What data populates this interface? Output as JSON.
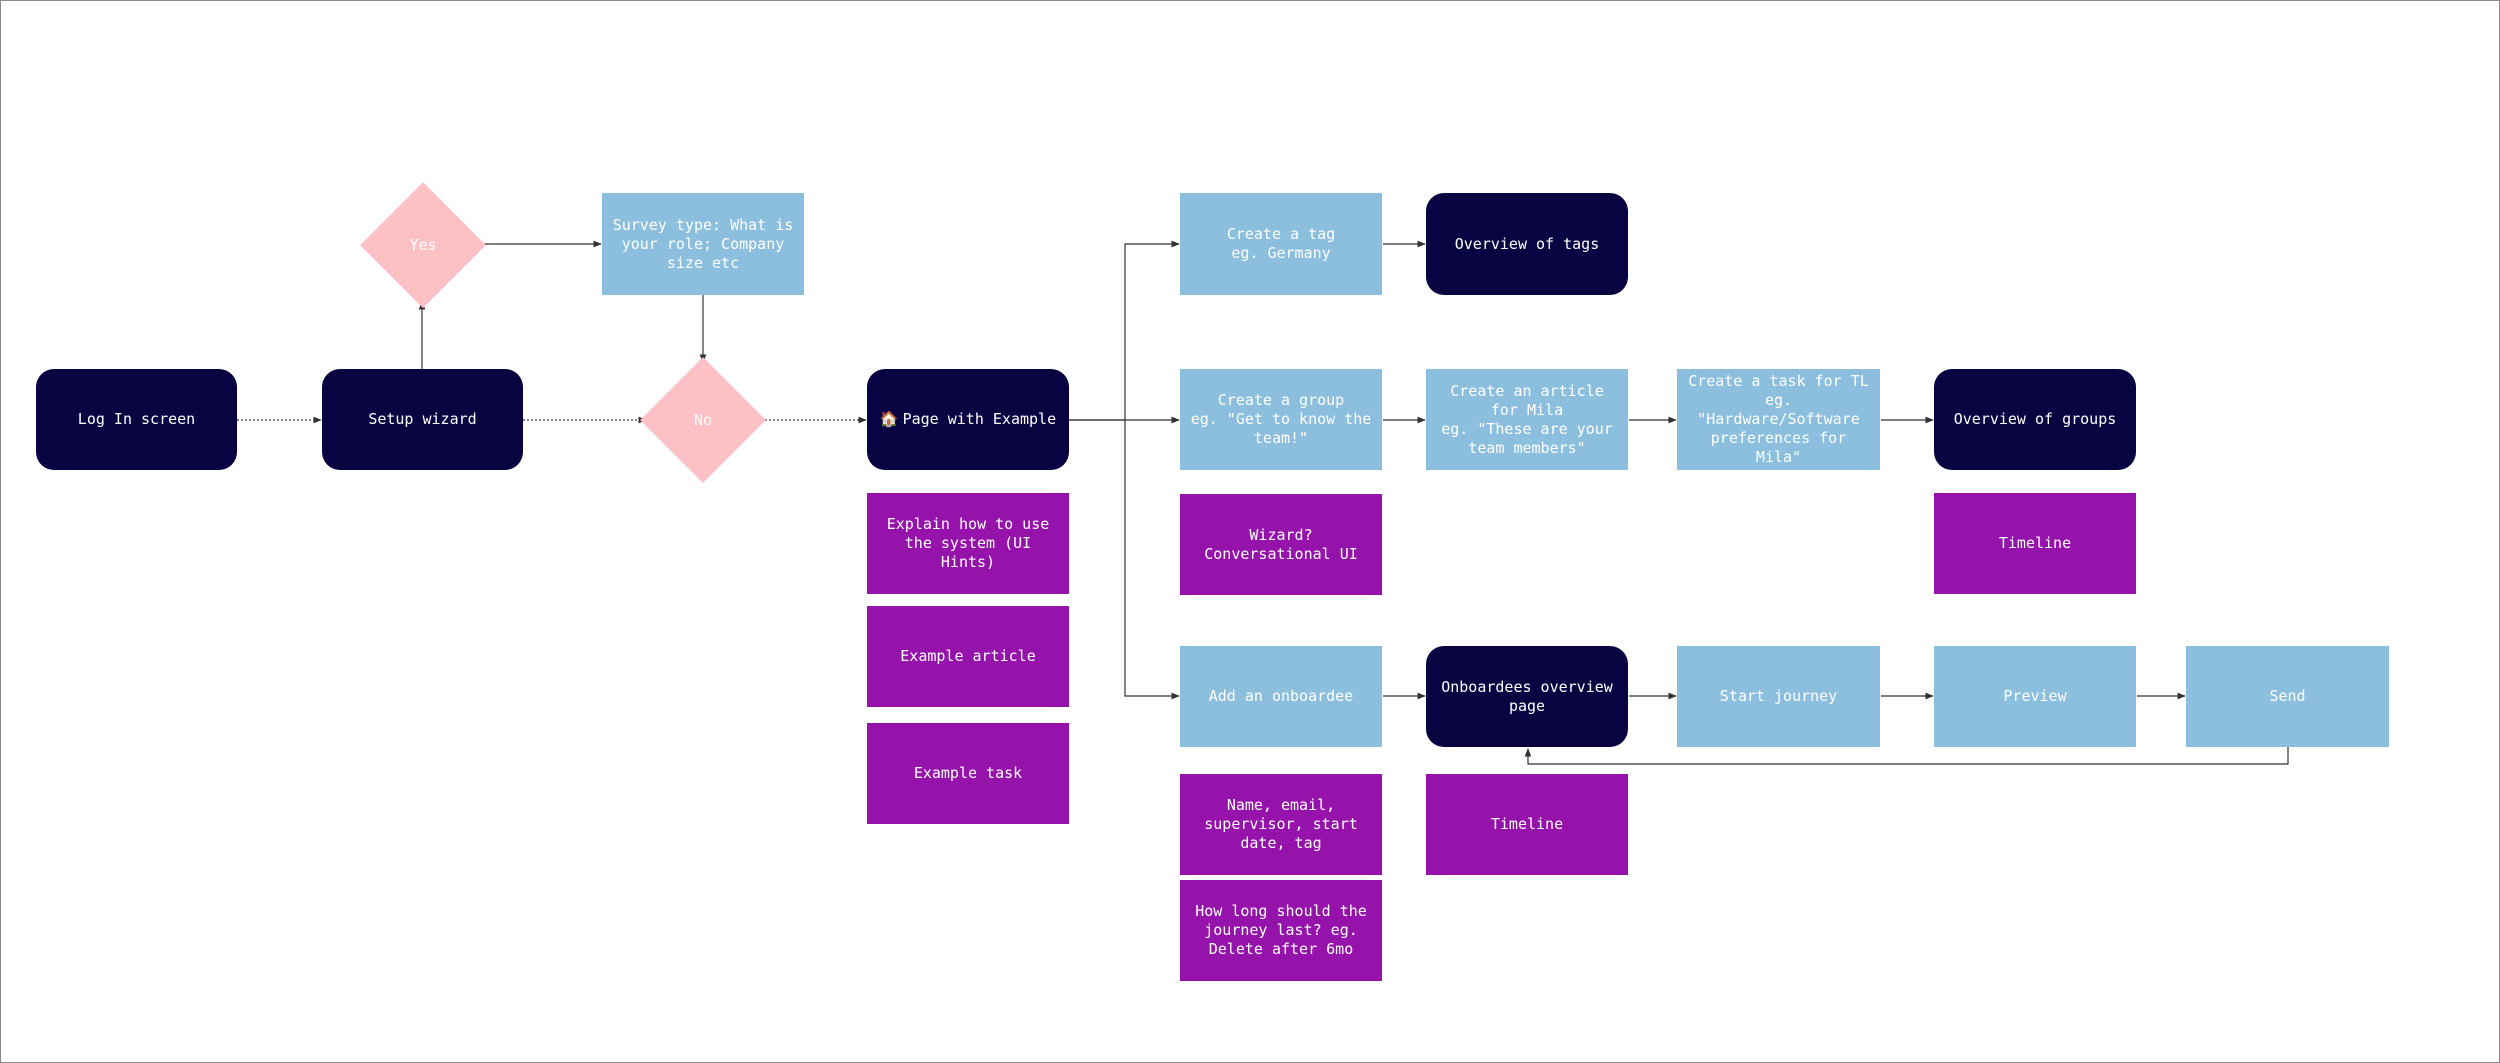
{
  "colors": {
    "dark": "#080341",
    "blue": "#8bbfdd",
    "purple": "#9512ab",
    "pink": "#fdc1c5",
    "line": "#333333"
  },
  "nodes": {
    "log_in": "Log In screen",
    "setup_wizard": "Setup wizard",
    "yes": "Yes",
    "no": "No",
    "survey": "Survey type: What is your role; Company size etc",
    "page_example_icon": "🏠",
    "page_example": "Page with Example",
    "explain": "Explain how to use the system (UI Hints)",
    "example_article": "Example article",
    "example_task": "Example task",
    "create_tag": "Create a tag\neg. Germany",
    "overview_tags": "Overview of tags",
    "create_group": "Create a group\neg. \"Get to know the team!\"",
    "create_article": "Create an article for Mila\neg. \"These are your team members\"",
    "create_task": "Create a task for TL\neg. \"Hardware/Software preferences for Mila\"",
    "overview_groups": "Overview of groups",
    "wizard_conv": "Wizard? Conversational UI",
    "timeline_groups": "Timeline",
    "add_onboardee": "Add an onboardee",
    "onboardees_overview": "Onboardees overview page",
    "start_journey": "Start journey",
    "preview": "Preview",
    "send": "Send",
    "name_email": "Name, email, supervisor, start date, tag",
    "timeline_onboardees": "Timeline",
    "how_long": "How long should the journey last? eg. Delete after 6mo"
  }
}
